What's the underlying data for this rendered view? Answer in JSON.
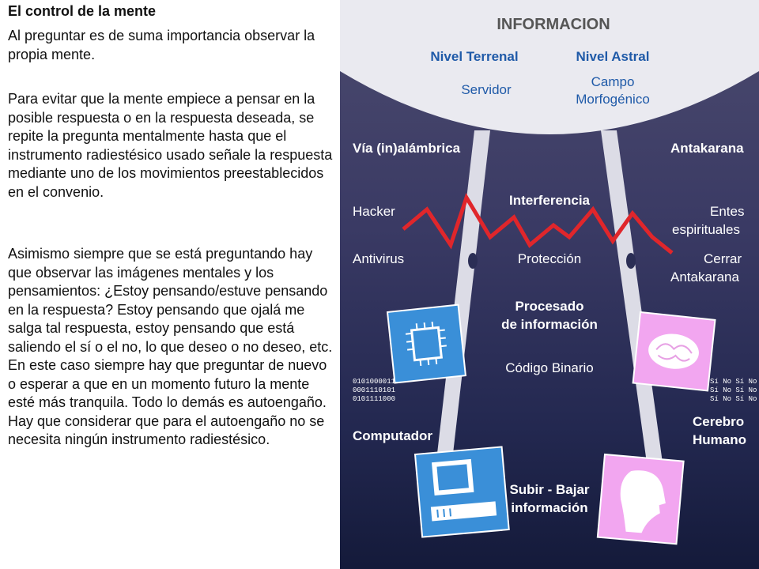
{
  "text": {
    "title": "El control de la mente",
    "p1": "Al preguntar es de suma importancia observar la propia mente.",
    "p2": "Para evitar que la mente empiece a pensar en la posible respuesta o en la respuesta deseada, se repite la pregunta mentalmente hasta que el instrumento radiestésico usado señale la respuesta mediante uno de los movimientos preestablecidos en el convenio.",
    "p3": "Asimismo siempre que se está preguntando hay que observar las imágenes mentales y los pensamientos: ¿Estoy pensando/estuve pensando en la respuesta? Estoy pensando que ojalá me salga tal respuesta, estoy pensando que está saliendo el sí  o el no, lo que deseo o no deseo, etc. En este caso siempre hay que preguntar de nuevo o esperar a que en un momento futuro la mente esté más tranquila. Todo lo demás es autoengaño. Hay que considerar que para el autoengaño no se  necesita ningún instrumento radiestésico."
  },
  "diagram": {
    "header": "INFORMACION",
    "nivel_terrenal": "Nivel Terrenal",
    "nivel_astral": "Nivel Astral",
    "servidor": "Servidor",
    "campo_1": "Campo",
    "campo_2": "Morfogénico",
    "via": "Vía (in)alámbrica",
    "antakarana": "Antakarana",
    "interferencia": "Interferencia",
    "hacker": "Hacker",
    "entes_1": "Entes",
    "entes_2": "espirituales",
    "antivirus": "Antivirus",
    "proteccion": "Protección",
    "cerrar_1": "Cerrar",
    "cerrar_2": "Antakarana",
    "procesado_1": "Procesado",
    "procesado_2": "de información",
    "codigo": "Código Binario",
    "binary": "0101000011\n0001110101\n0101111000",
    "sino": "Sí No Sí No\nSí No Sí No\nSí No Sí No",
    "computador": "Computador",
    "cerebro_1": "Cerebro",
    "cerebro_2": "Humano",
    "subir_1": "Subir - Bajar",
    "subir_2": "información"
  },
  "colors": {
    "zigzag": "#e0262b",
    "chip_box": "#3a8fd8",
    "brain_box": "#f2a6f0",
    "dome": "#e9e9ee",
    "header_text": "#555555",
    "dome_blue": "#1f5aa8"
  }
}
